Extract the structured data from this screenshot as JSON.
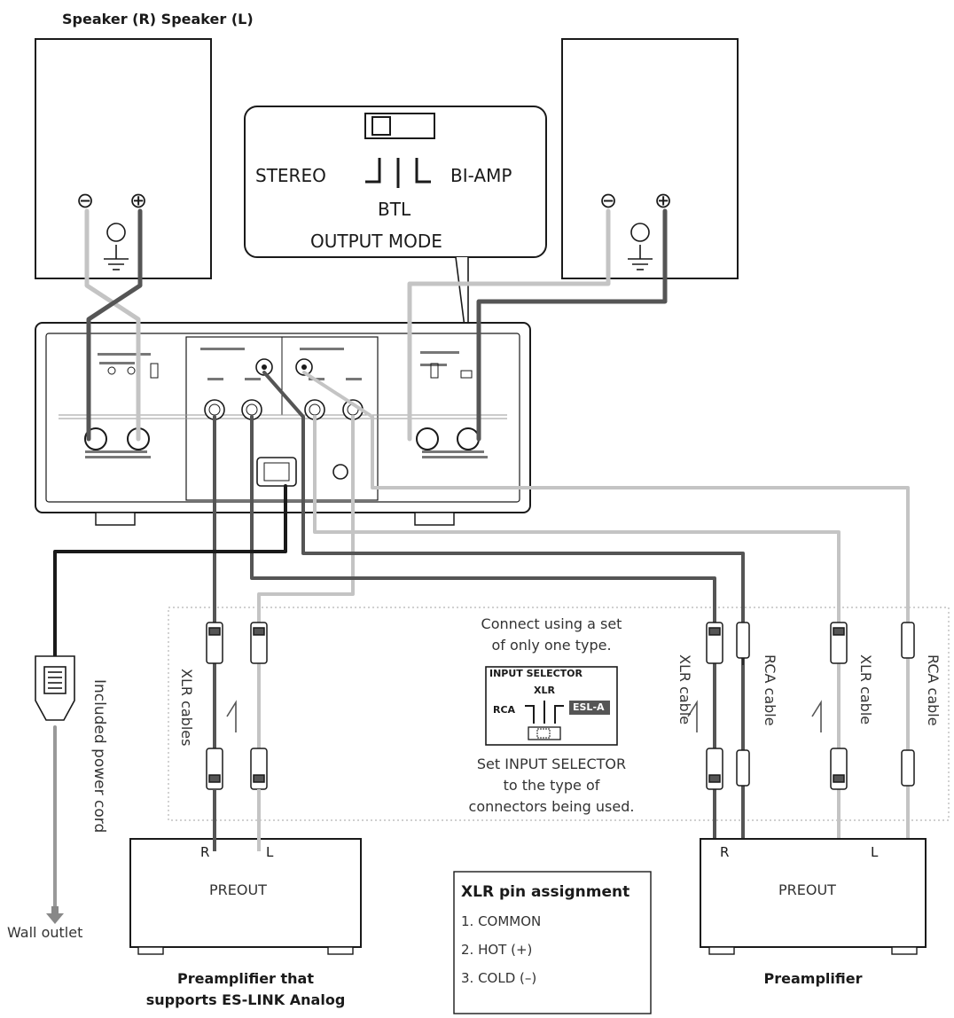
{
  "labels": {
    "speakers_title": "Speaker (R) Speaker (L)",
    "output_mode": {
      "stereo": "STEREO",
      "bi_amp": "BI-AMP",
      "btl": "BTL",
      "title": "OUTPUT MODE"
    },
    "speaker_terminals": {
      "minus": "⊖",
      "plus": "⊕"
    },
    "power_cord": "Included power cord",
    "wall_outlet": "Wall outlet",
    "xlr_cables": "XLR cables",
    "xlr_cable": "XLR cable",
    "rca_cable": "RCA cable",
    "connect_note_1": "Connect using a set",
    "connect_note_2": "of only one type.",
    "input_selector": {
      "title": "INPUT SELECTOR",
      "xlr": "XLR",
      "rca": "RCA",
      "esla": "ESL-A"
    },
    "set_note_1": "Set INPUT SELECTOR",
    "set_note_2": "to the type of",
    "set_note_3": "connectors being used.",
    "preout": "PREOUT",
    "channel_r": "R",
    "channel_l": "L",
    "left_preamp_1": "Preamplifier that",
    "left_preamp_2": "supports ES-LINK Analog",
    "right_preamp": "Preamplifier",
    "xlr_pin": {
      "title": "XLR pin assignment",
      "pin1": "1. COMMON",
      "pin2": "2. HOT (+)",
      "pin3": "3. COLD (–)"
    }
  },
  "colors": {
    "dark_cable": "#555555",
    "light_cable": "#c4c4c4",
    "outline": "#1a1a1a",
    "dotted_frame": "#b5b5b5"
  }
}
